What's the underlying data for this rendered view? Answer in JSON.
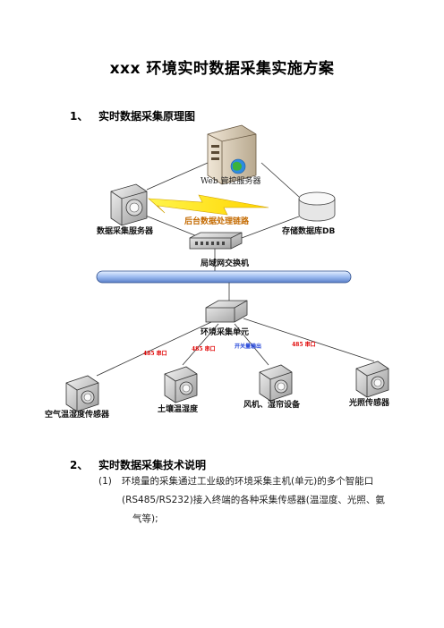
{
  "document": {
    "title": "xxx 环境实时数据采集实施方案",
    "section1": {
      "number": "1、",
      "heading": "实时数据采集原理图"
    },
    "section2": {
      "number": "2、",
      "heading": "实时数据采集技术说明"
    },
    "item1": {
      "marker": "(1)",
      "line1": "环境量的采集通过工业级的环境采集主机(单元)的多个智能口",
      "line2": "(RS485/RS232)接入终端的各种采集传感器(温湿度、光照、氨",
      "line3": "气等);"
    }
  },
  "diagram": {
    "web_server": "Web 管控服务器",
    "data_server": "数据采集服务器",
    "storage_db": "存储数据库DB",
    "backend_link": "后台数据处理链路",
    "lan_switch": "局域网交换机",
    "collector": "环境采集单元",
    "ports": [
      "485 串口",
      "485 串口",
      "开关量输出",
      "485 串口"
    ],
    "devices": [
      "空气温湿度传感器",
      "土壤温湿度",
      "风机、湿帘设备",
      "光照传感器"
    ]
  }
}
